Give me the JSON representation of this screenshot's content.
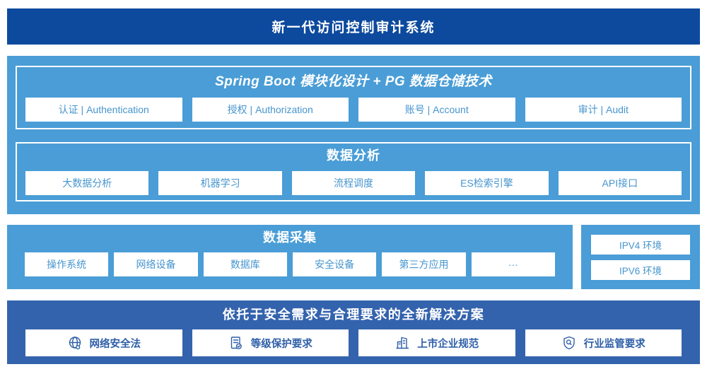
{
  "banner": {
    "title": "新一代访问控制审计系统"
  },
  "platform": {
    "title": "Spring Boot 模块化设计 + PG 数据仓储技术",
    "modules": [
      "认证 | Authentication",
      "授权 | Authorization",
      "账号 | Account",
      "审计 | Audit"
    ],
    "analysis": {
      "title": "数据分析",
      "items": [
        "大数据分析",
        "机器学习",
        "流程调度",
        "ES检索引擎",
        "API接口"
      ]
    }
  },
  "collection": {
    "title": "数据采集",
    "items": [
      "操作系统",
      "网络设备",
      "数据库",
      "安全设备",
      "第三方应用",
      "···"
    ]
  },
  "environment": {
    "items": [
      "IPV4 环境",
      "IPV6 环境"
    ]
  },
  "solution": {
    "title": "依托于安全需求与合理要求的全新解决方案",
    "items": [
      {
        "icon": "globe-icon",
        "label": "网络安全法"
      },
      {
        "icon": "document-check-icon",
        "label": "等级保护要求"
      },
      {
        "icon": "building-icon",
        "label": "上市企业规范"
      },
      {
        "icon": "shield-inspect-icon",
        "label": "行业监管要求"
      }
    ]
  },
  "colors": {
    "banner_blue": "#0D4A9E",
    "light_blue": "#4A9DD6",
    "solution_blue": "#3463AD",
    "chip_text_light": "#4695CE",
    "chip_text_dark": "#2E5FA8"
  }
}
